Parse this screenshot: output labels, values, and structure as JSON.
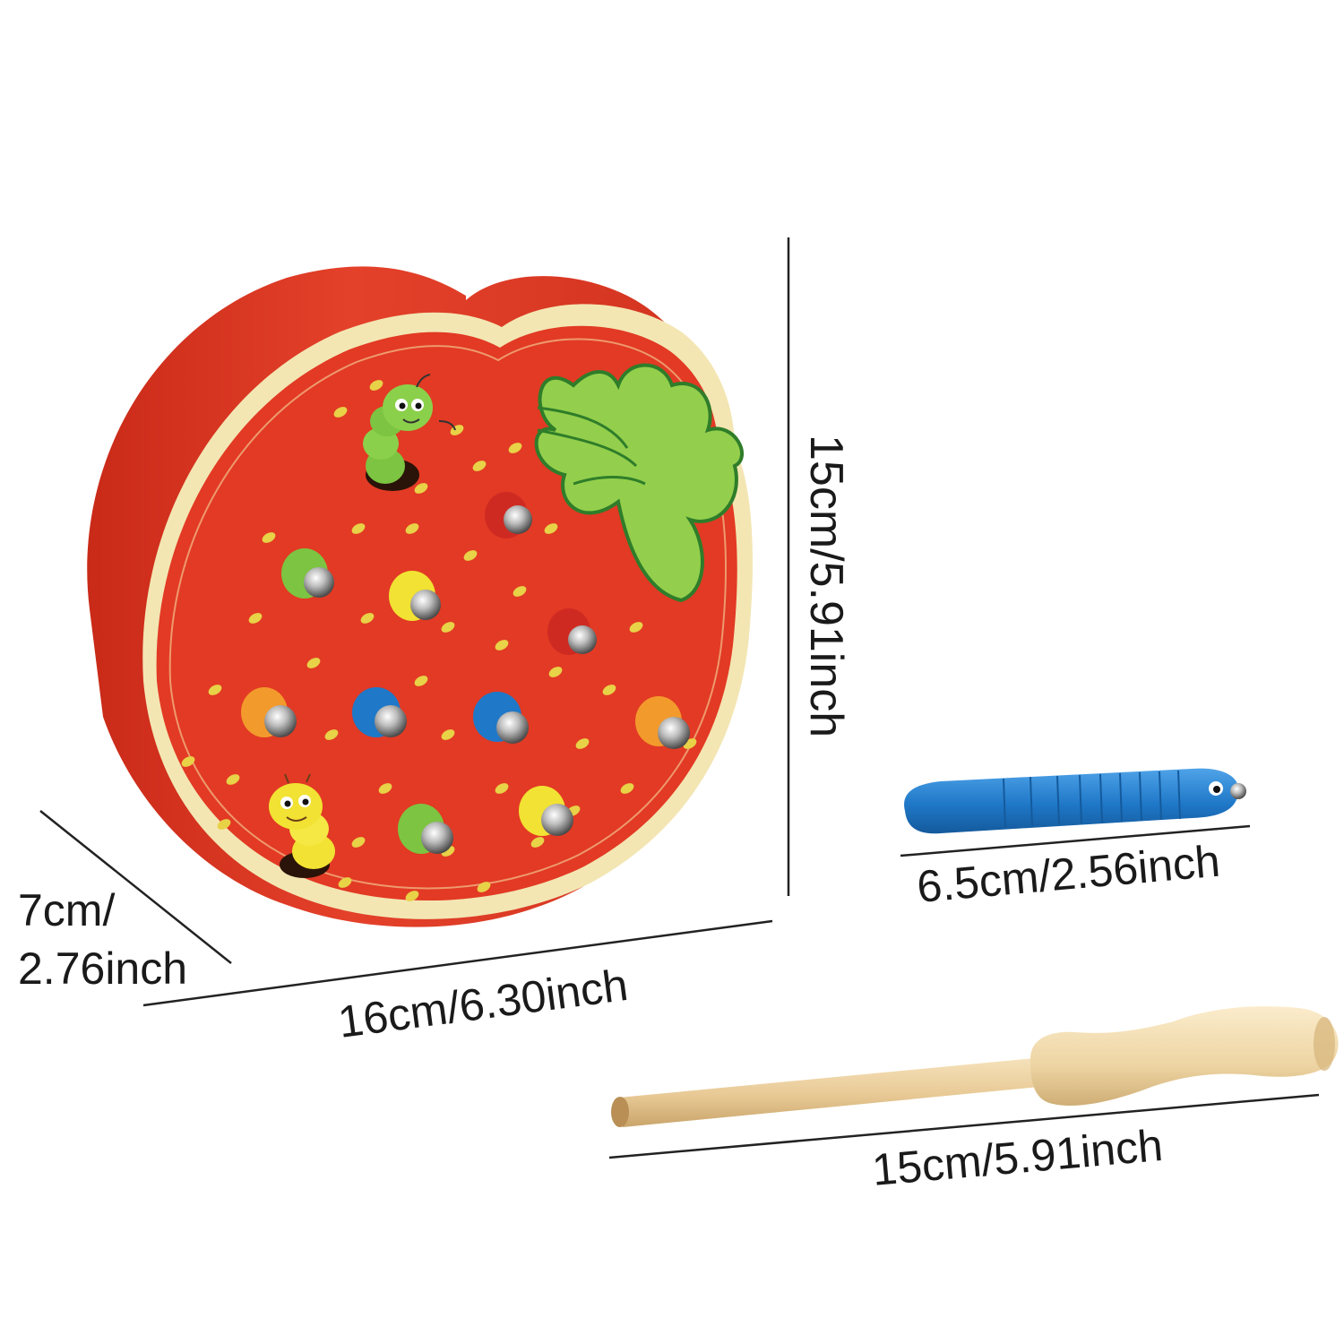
{
  "dimensions": {
    "height_label": "15cm/5.91inch",
    "depth_label_line1": "7cm/",
    "depth_label_line2": "2.76inch",
    "width_label": "16cm/6.30inch",
    "worm_label": "6.5cm/2.56inch",
    "stick_label": "15cm/5.91inch"
  },
  "colors": {
    "strawberry_red": "#e23a24",
    "strawberry_side": "#d8301d",
    "board_border": "#f3e6b3",
    "seed": "#e8d247",
    "leaf": "#93cf4c",
    "leaf_outline": "#2f7d2a",
    "wood_light": "#efd7a8",
    "wood_handle": "#f2dcb0",
    "worm_blue": "#1f78c8",
    "worm_green": "#7cc441",
    "worm_yellow": "#f2e233",
    "worm_orange": "#f39a2c",
    "worm_red": "#cf2a22"
  },
  "icons": [
    "strawberry-toy-icon",
    "caterpillar-icon",
    "magnet-stick-icon",
    "blue-worm-icon"
  ]
}
